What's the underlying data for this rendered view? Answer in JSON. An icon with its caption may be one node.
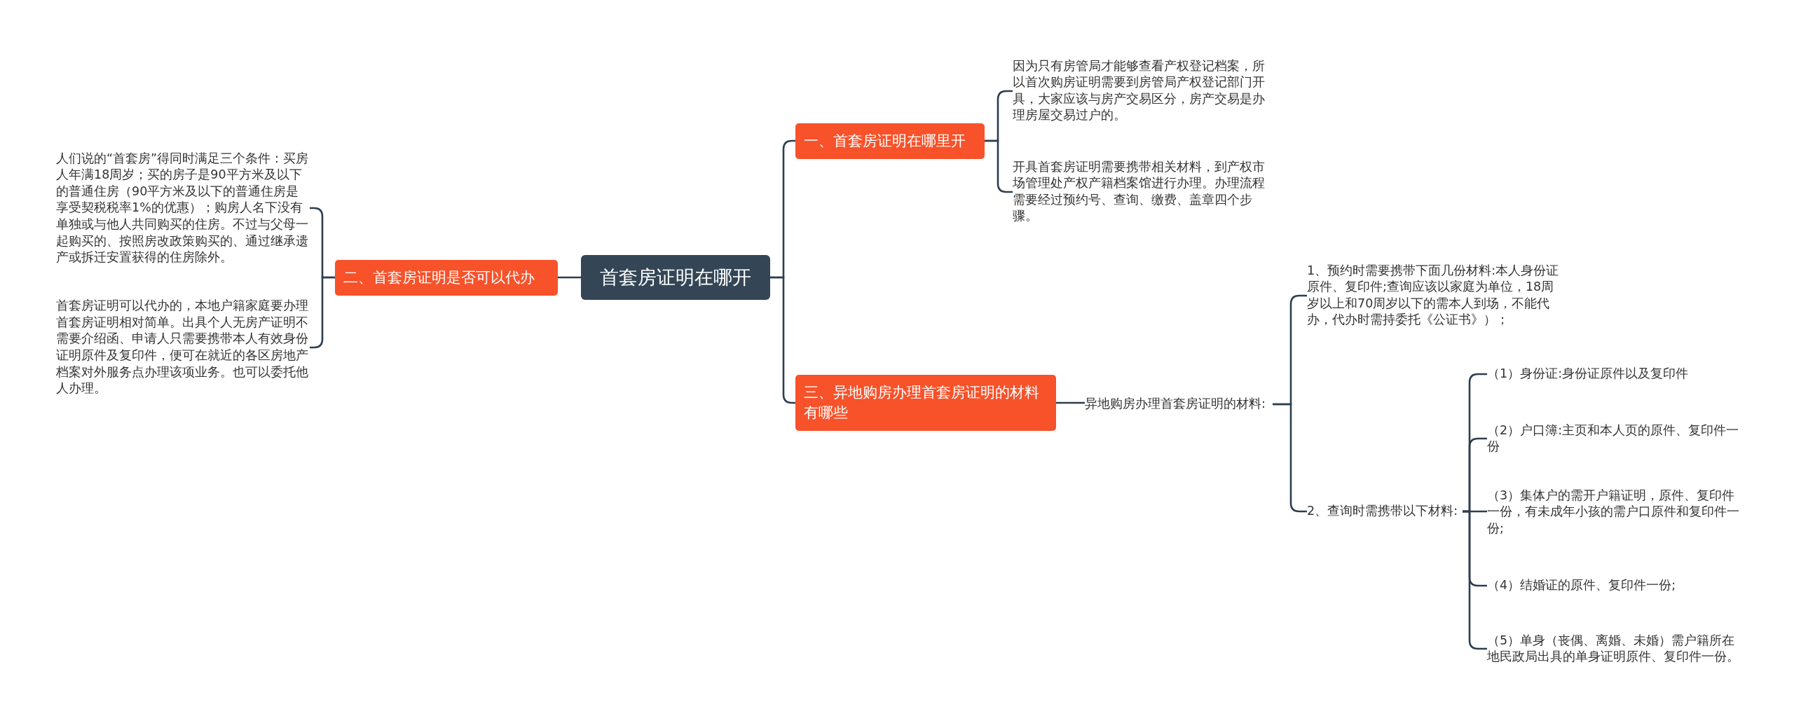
{
  "diagram": {
    "nodes": [
      {
        "text": [
          "首套房证明在哪开"
        ]
      },
      {
        "text": [
          "一、首套房证明在哪里开"
        ]
      },
      {
        "text": [
          "二、首套房证明是否可以代办"
        ]
      },
      {
        "text": [
          "三、异地购房办理首套房证明的材料有哪些"
        ]
      },
      {
        "text": [
          "因为只有房管局才能够查看产权登记档案，所以首次购房证明需要到房管局产权登记部门开具，大家应该与房产交易区分，房产交易是办理房屋交易过户的。"
        ]
      },
      {
        "text": [
          "开具首套房证明需要携带相关材料，到产权市场管理处产权产籍档案馆进行办理。办理流程需要经过预约号、查询、缴费、盖章四个步骤。"
        ]
      },
      {
        "text": [
          "人们说的“首套房”得同时满足三个条件：买房人年满18周岁；买的房子是90平方米及以下的普通住房（90平方米及以下的普通住房是享受契税税率1%的优惠）；购房人名下没有单独或与他人共同购买的住房。不过与父母一起购买的、按照房改政策购买的、通过继承遗产或拆迁安置获得的住房除外。"
        ]
      },
      {
        "text": [
          "首套房证明可以代办的，本地户籍家庭要办理首套房证明相对简单。出具个人无房产证明不需要介绍函、申请人只需要携带本人有效身份证明原件及复印件，便可在就近的各区房地产档案对外服务点办理该项业务。也可以委托他人办理。"
        ]
      },
      {
        "text": [
          "异地购房办理首套房证明的材料:"
        ]
      },
      {
        "text": [
          "1、预约时需要携带下面几份材料:本人身份证原件、复印件;查询应该以家庭为单位，18周岁以上和70周岁以下的需本人到场，不能代办，代办时需持委托《公证书》）；"
        ]
      },
      {
        "text": [
          "2、查询时需携带以下材料:"
        ]
      },
      {
        "text": [
          "（1）身份证:身份证原件以及复印件"
        ]
      },
      {
        "text": [
          "（2）户口簿:主页和本人页的原件、复印件一份"
        ]
      },
      {
        "text": [
          "（3）集体户的需开户籍证明，原件、复印件一份，有未成年小孩的需户口原件和复印件一份;"
        ]
      },
      {
        "text": [
          "（4）结婚证的原件、复印件一份;"
        ]
      },
      {
        "text": [
          "（5）单身（丧偶、离婚、未婚）需户籍所在地民政局出具的单身证明原件、复印件一份。"
        ]
      }
    ],
    "edges": [
      {
        "from": 0,
        "to": 1,
        "arrow": "none"
      },
      {
        "from": 0,
        "to": 2,
        "arrow": "none"
      },
      {
        "from": 0,
        "to": 3,
        "arrow": "none"
      },
      {
        "from": 1,
        "to": 4,
        "arrow": "none"
      },
      {
        "from": 1,
        "to": 5,
        "arrow": "none"
      },
      {
        "from": 2,
        "to": 6,
        "arrow": "none"
      },
      {
        "from": 2,
        "to": 7,
        "arrow": "none"
      },
      {
        "from": 3,
        "to": 8,
        "arrow": "none"
      },
      {
        "from": 8,
        "to": 9,
        "arrow": "none"
      },
      {
        "from": 8,
        "to": 10,
        "arrow": "none"
      },
      {
        "from": 10,
        "to": 11,
        "arrow": "none"
      },
      {
        "from": 10,
        "to": 12,
        "arrow": "none"
      },
      {
        "from": 10,
        "to": 13,
        "arrow": "none"
      },
      {
        "from": 10,
        "to": 14,
        "arrow": "none"
      },
      {
        "from": 10,
        "to": 15,
        "arrow": "none"
      }
    ]
  }
}
